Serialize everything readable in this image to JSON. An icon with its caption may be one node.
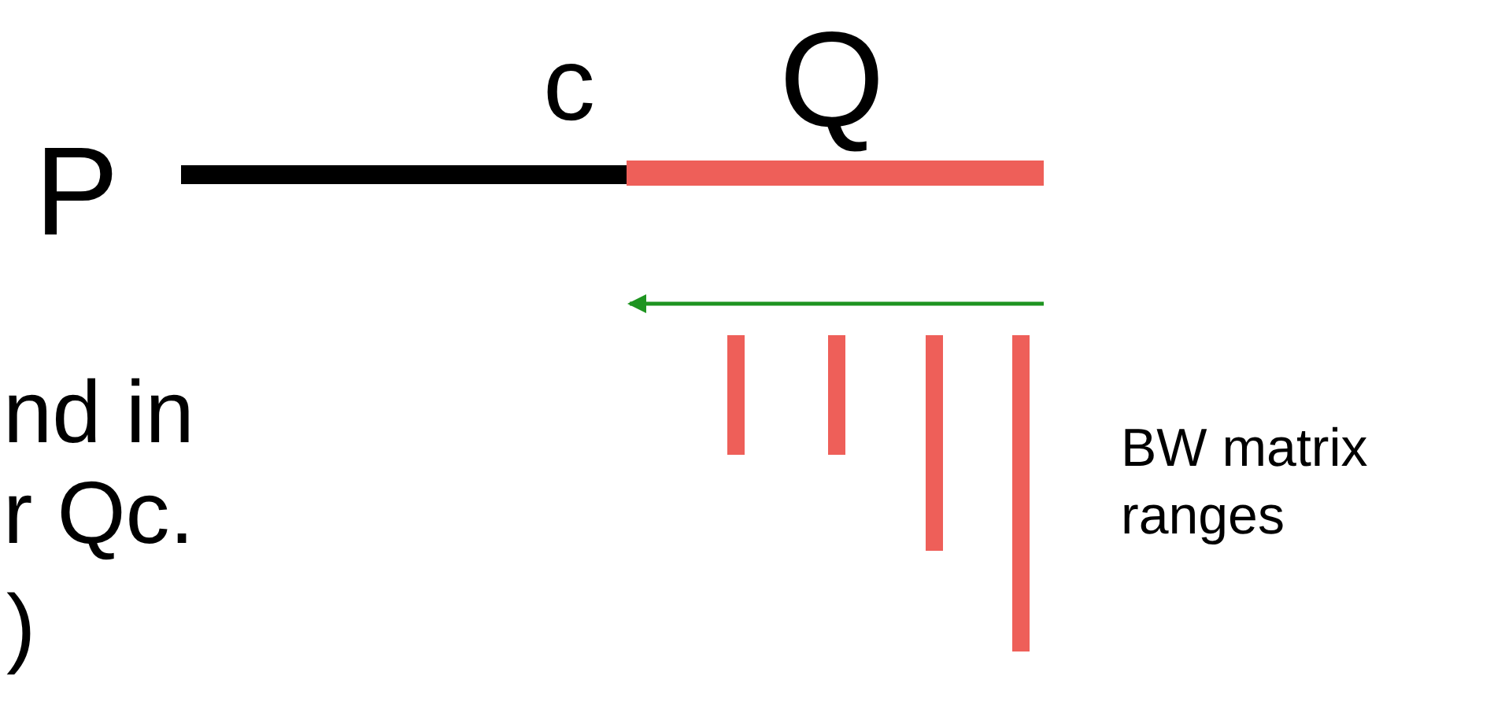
{
  "diagram": {
    "labels": [
      "c",
      "Q",
      "P",
      "nd in",
      "r Qc.",
      ")",
      "BW matrix ranges"
    ]
  }
}
